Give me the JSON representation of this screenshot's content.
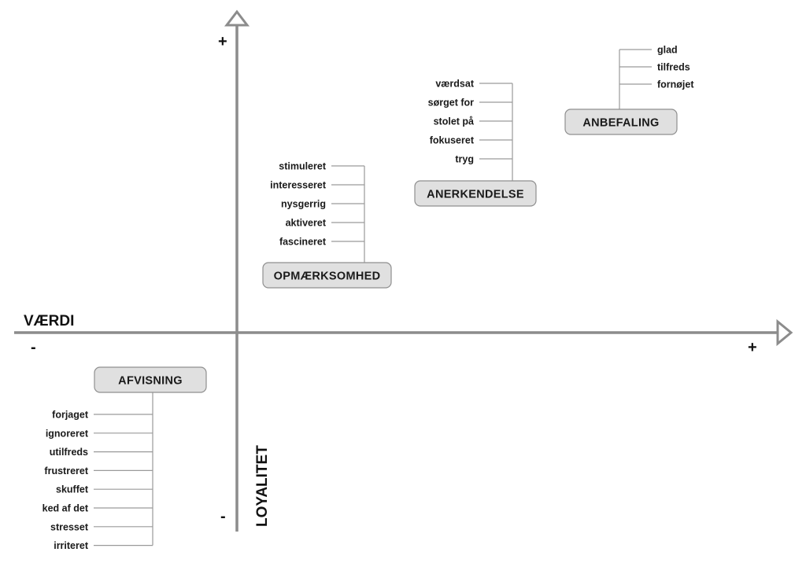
{
  "axes": {
    "x_title": "VÆRDI",
    "y_title": "LOYALITET",
    "x_minus": "-",
    "x_plus": "+",
    "y_plus": "+",
    "y_minus": "-"
  },
  "colors": {
    "axis": "#8c8c8c",
    "connector": "#9a9a9a",
    "box_fill": "#e0e0e0",
    "box_stroke": "#8f8f8f",
    "text": "#1a1a1a"
  },
  "groups": [
    {
      "id": "anbefaling",
      "label": "ANBEFALING",
      "items": [
        "glad",
        "tilfreds",
        "fornøjet"
      ]
    },
    {
      "id": "anerkendelse",
      "label": "ANERKENDELSE",
      "items": [
        "værdsat",
        "sørget for",
        "stolet på",
        "fokuseret",
        "tryg"
      ]
    },
    {
      "id": "opmaerksomhed",
      "label": "OPMÆRKSOMHED",
      "items": [
        "stimuleret",
        "interesseret",
        "nysgerrig",
        "aktiveret",
        "fascineret"
      ]
    },
    {
      "id": "afvisning",
      "label": "AFVISNING",
      "items": [
        "forjaget",
        "ignoreret",
        "utilfreds",
        "frustreret",
        "skuffet",
        "ked af det",
        "stresset",
        "irriteret"
      ]
    }
  ]
}
